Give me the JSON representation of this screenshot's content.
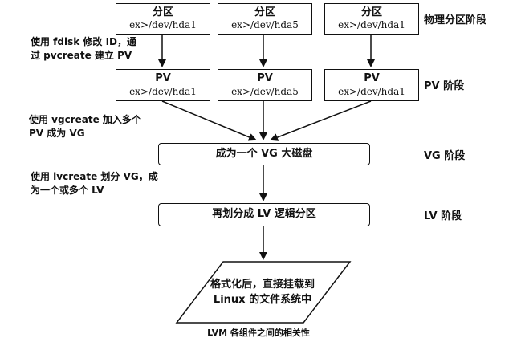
{
  "partitions": [
    {
      "title": "分区",
      "device": "ex>/dev/hda1"
    },
    {
      "title": "分区",
      "device": "ex>/dev/hda5"
    },
    {
      "title": "分区",
      "device": "ex>/dev/hda1"
    }
  ],
  "pvs": [
    {
      "title": "PV",
      "device": "ex>/dev/hda1"
    },
    {
      "title": "PV",
      "device": "ex>/dev/hda5"
    },
    {
      "title": "PV",
      "device": "ex>/dev/hda1"
    }
  ],
  "vg_box": "成为一个 VG 大磁盘",
  "lv_box": "再划分成 LV 逻辑分区",
  "filesystem": {
    "line1": "格式化后，直接挂载到",
    "line2": "Linux 的文件系统中"
  },
  "stages": {
    "physical": "物理分区阶段",
    "pv": "PV 阶段",
    "vg": "VG 阶段",
    "lv": "LV 阶段"
  },
  "notes": {
    "fdisk_line1": "使用 fdisk 修改 ID，通",
    "fdisk_line2": "过 pvcreate 建立 PV",
    "vgcreate_line1": "使用 vgcreate 加入多个",
    "vgcreate_line2": "PV 成为 VG",
    "lvcreate_line1": "使用 lvcreate 划分 VG，成",
    "lvcreate_line2": "为一个或多个 LV"
  },
  "caption": "LVM 各组件之间的相关性"
}
